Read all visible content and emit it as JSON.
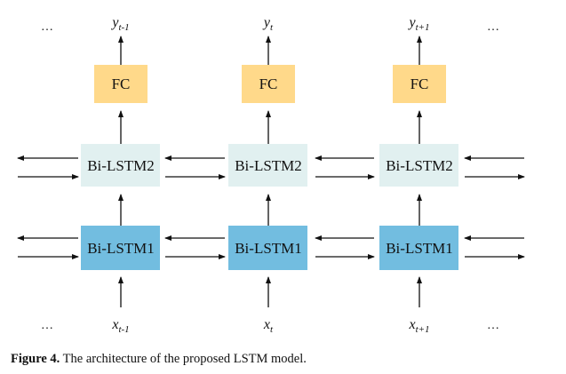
{
  "diagram": {
    "colors": {
      "fc": "#FFD98A",
      "lstm2": "#E1F0F0",
      "lstm1": "#72BDE0",
      "arrow": "#111111"
    },
    "ellipsis": "…",
    "columns": [
      {
        "output": "y",
        "output_sub": "t-1",
        "fc": "FC",
        "lstm2": "Bi-LSTM2",
        "lstm1": "Bi-LSTM1",
        "input": "x",
        "input_sub": "t-1"
      },
      {
        "output": "y",
        "output_sub": "t",
        "fc": "FC",
        "lstm2": "Bi-LSTM2",
        "lstm1": "Bi-LSTM1",
        "input": "x",
        "input_sub": "t"
      },
      {
        "output": "y",
        "output_sub": "t+1",
        "fc": "FC",
        "lstm2": "Bi-LSTM2",
        "lstm1": "Bi-LSTM1",
        "input": "x",
        "input_sub": "t+1"
      }
    ]
  },
  "caption": {
    "label": "Figure 4.",
    "text": " The architecture of the proposed LSTM model."
  }
}
